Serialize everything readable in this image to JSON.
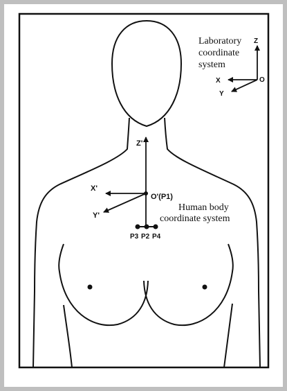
{
  "lab": {
    "caption_lines": [
      "Laboratory",
      "coordinate",
      "system"
    ],
    "axis_z": "Z",
    "axis_x": "X",
    "axis_y": "Y",
    "origin": "O"
  },
  "body": {
    "caption_lines": [
      "Human body",
      "coordinate system"
    ],
    "axis_z": "Z'",
    "axis_x": "X'",
    "axis_y": "Y'",
    "origin": "O'(P1)",
    "points": [
      "P3",
      "P2",
      "P4"
    ]
  }
}
